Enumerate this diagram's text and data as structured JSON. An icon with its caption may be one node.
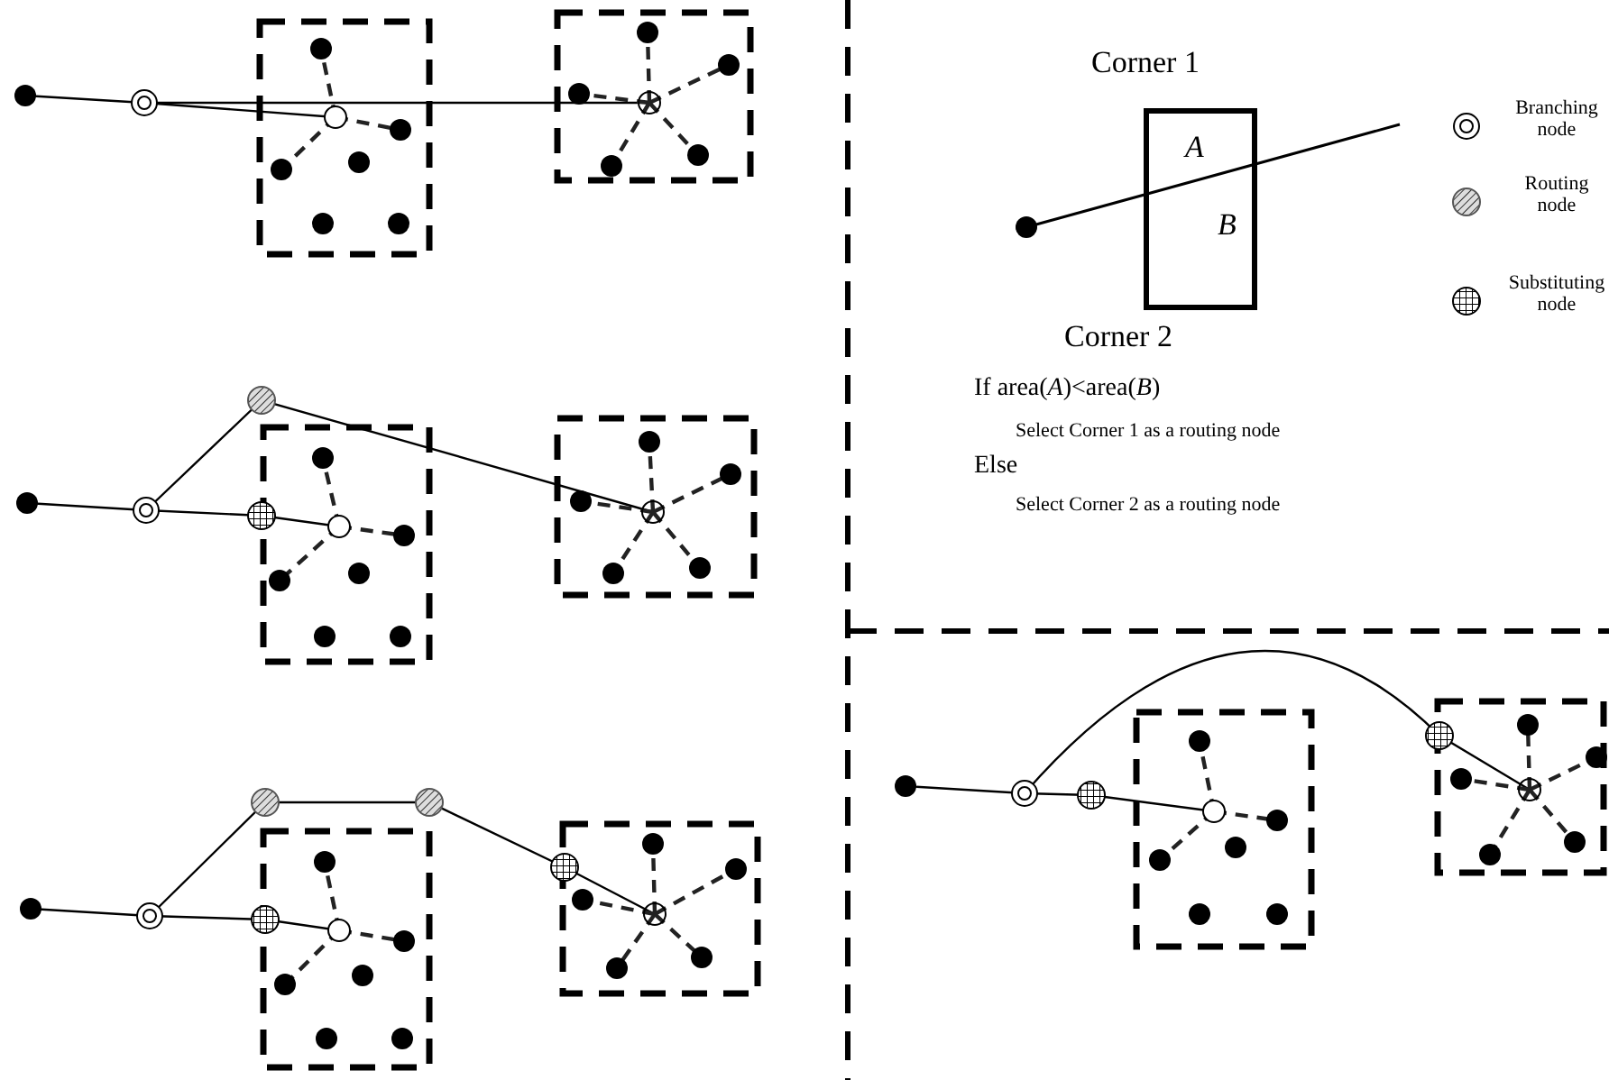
{
  "diagram": {
    "nodes": [
      {
        "text": [
          "A",
          "B"
        ],
        "beside": [
          "Corner 1",
          "Corner 2"
        ]
      }
    ],
    "labels": [
      "If area(*A*)<area(*B*)",
      "Select Corner 1 as a routing node",
      "Else",
      "Select Corner 2 as a routing node"
    ],
    "legend": [
      {
        "text": "Branching node"
      },
      {
        "text": "Routing node"
      },
      {
        "text": "Substituting node"
      }
    ]
  }
}
